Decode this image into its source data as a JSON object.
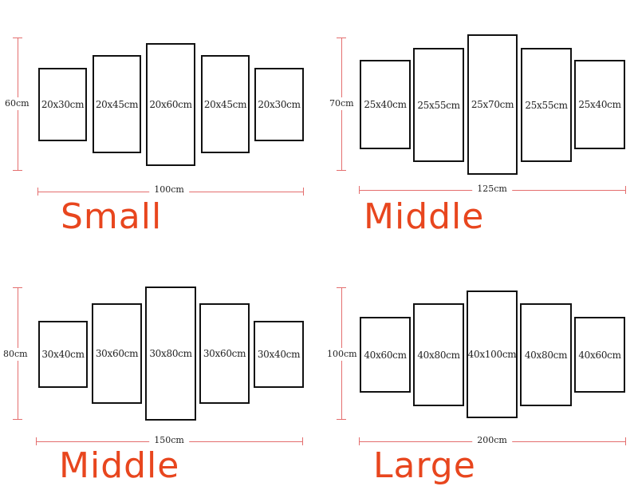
{
  "colors": {
    "accent": "#e8461e",
    "measure_line": "#e46e6e",
    "panel_border": "#111111"
  },
  "sets": [
    {
      "name": "Small",
      "total_width": "100cm",
      "total_height": "60cm",
      "panels": [
        "20x30cm",
        "20x45cm",
        "20x60cm",
        "20x45cm",
        "20x30cm"
      ]
    },
    {
      "name": "Middle",
      "total_width": "125cm",
      "total_height": "70cm",
      "panels": [
        "25x40cm",
        "25x55cm",
        "25x70cm",
        "25x55cm",
        "25x40cm"
      ]
    },
    {
      "name": "Middle",
      "total_width": "150cm",
      "total_height": "80cm",
      "panels": [
        "30x40cm",
        "30x60cm",
        "30x80cm",
        "30x60cm",
        "30x40cm"
      ]
    },
    {
      "name": "Large",
      "total_width": "200cm",
      "total_height": "100cm",
      "panels": [
        "40x60cm",
        "40x80cm",
        "40x100cm",
        "40x80cm",
        "40x60cm"
      ]
    }
  ]
}
